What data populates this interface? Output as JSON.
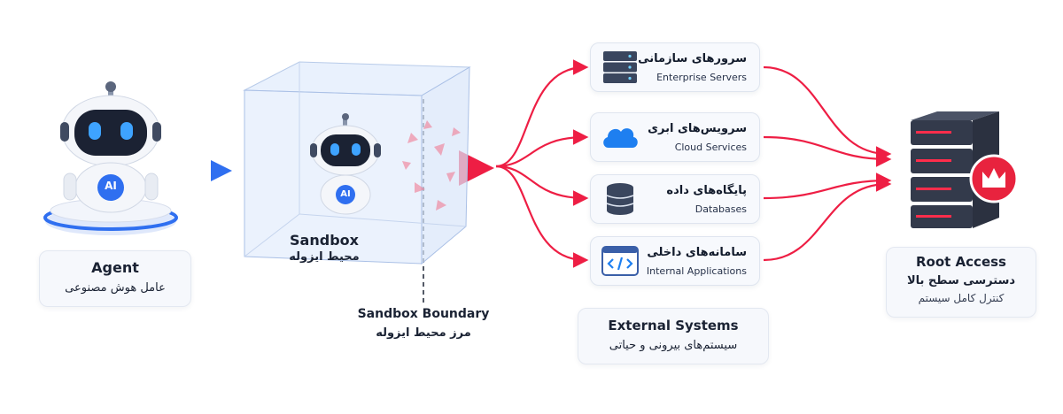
{
  "agent": {
    "title": "Agent",
    "subtitle": "عامل هوش مصنوعی",
    "badge": "AI"
  },
  "sandbox": {
    "title": "Sandbox",
    "subtitle": "محیط ایزوله",
    "badge": "AI"
  },
  "boundary": {
    "title": "Sandbox Boundary",
    "subtitle": "مرز محیط ایزوله"
  },
  "systems": [
    {
      "fa": "سرورهای سازمانی",
      "en": "Enterprise Servers",
      "icon": "server-rack-icon"
    },
    {
      "fa": "سرویس‌های ابری",
      "en": "Cloud Services",
      "icon": "cloud-icon"
    },
    {
      "fa": "پایگاه‌های داده",
      "en": "Databases",
      "icon": "database-icon"
    },
    {
      "fa": "سامانه‌های داخلی",
      "en": "Internal Applications",
      "icon": "code-window-icon"
    }
  ],
  "external": {
    "title": "External Systems",
    "subtitle": "سیستم‌های بیرونی و حیاتی"
  },
  "root": {
    "title": "Root Access",
    "subtitle": "دسترسی سطح بالا",
    "note": "کنترل کامل سیستم"
  },
  "colors": {
    "accent_blue": "#2f6ff0",
    "accent_red": "#ee1e44",
    "cloud_blue": "#1e7ff0"
  }
}
